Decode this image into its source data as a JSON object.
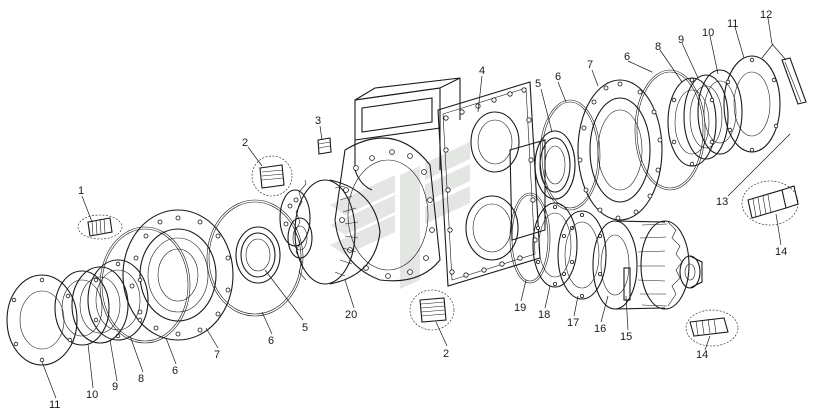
{
  "diagram": {
    "callouts": [
      {
        "id": "c1",
        "label": "1"
      },
      {
        "id": "c2a",
        "label": "2"
      },
      {
        "id": "c2b",
        "label": "2"
      },
      {
        "id": "c3",
        "label": "3"
      },
      {
        "id": "c4",
        "label": "4"
      },
      {
        "id": "c5a",
        "label": "5"
      },
      {
        "id": "c5b",
        "label": "5"
      },
      {
        "id": "c6a",
        "label": "6"
      },
      {
        "id": "c6b",
        "label": "6"
      },
      {
        "id": "c6c",
        "label": "6"
      },
      {
        "id": "c6d",
        "label": "6"
      },
      {
        "id": "c7a",
        "label": "7"
      },
      {
        "id": "c7b",
        "label": "7"
      },
      {
        "id": "c8a",
        "label": "8"
      },
      {
        "id": "c8b",
        "label": "8"
      },
      {
        "id": "c9a",
        "label": "9"
      },
      {
        "id": "c9b",
        "label": "9"
      },
      {
        "id": "c10a",
        "label": "10"
      },
      {
        "id": "c10b",
        "label": "10"
      },
      {
        "id": "c11a",
        "label": "11"
      },
      {
        "id": "c11b",
        "label": "11"
      },
      {
        "id": "c12",
        "label": "12"
      },
      {
        "id": "c13",
        "label": "13"
      },
      {
        "id": "c14a",
        "label": "14"
      },
      {
        "id": "c14b",
        "label": "14"
      },
      {
        "id": "c15",
        "label": "15"
      },
      {
        "id": "c16",
        "label": "16"
      },
      {
        "id": "c17",
        "label": "17"
      },
      {
        "id": "c18",
        "label": "18"
      },
      {
        "id": "c19",
        "label": "19"
      },
      {
        "id": "c20",
        "label": "20"
      }
    ]
  }
}
